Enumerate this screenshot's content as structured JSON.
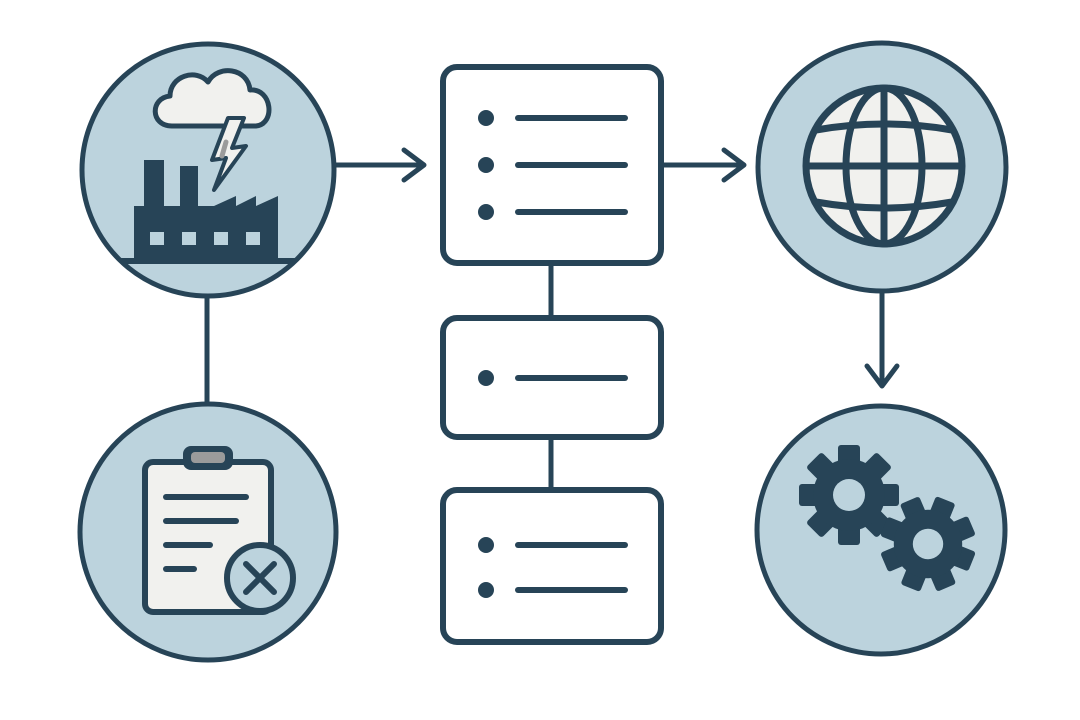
{
  "colors": {
    "stroke": "#274457",
    "circle_fill": "#bcd3dd",
    "panel_fill": "#ffffff",
    "icon_light": "#f1f1ee",
    "accent_gray": "#9b9b9b",
    "background": "#ffffff"
  },
  "nodes": [
    {
      "id": "factory-pollution-node",
      "icon": "factory-storm-icon"
    },
    {
      "id": "cancelled-report-node",
      "icon": "clipboard-cancel-icon"
    },
    {
      "id": "list-card-top",
      "icon": "bullet-list-icon",
      "items": 3
    },
    {
      "id": "list-card-middle",
      "icon": "bullet-list-icon",
      "items": 1
    },
    {
      "id": "list-card-bottom",
      "icon": "bullet-list-icon",
      "items": 2
    },
    {
      "id": "global-network-node",
      "icon": "globe-icon"
    },
    {
      "id": "processing-settings-node",
      "icon": "gears-icon"
    }
  ],
  "edges": [
    {
      "from": "factory-pollution-node",
      "to": "list-card-top",
      "arrow": true
    },
    {
      "from": "factory-pollution-node",
      "to": "cancelled-report-node",
      "arrow": false
    },
    {
      "from": "list-card-top",
      "to": "list-card-middle",
      "arrow": false
    },
    {
      "from": "list-card-middle",
      "to": "list-card-bottom",
      "arrow": false
    },
    {
      "from": "list-card-top",
      "to": "global-network-node",
      "arrow": true
    },
    {
      "from": "global-network-node",
      "to": "processing-settings-node",
      "arrow": true
    }
  ]
}
